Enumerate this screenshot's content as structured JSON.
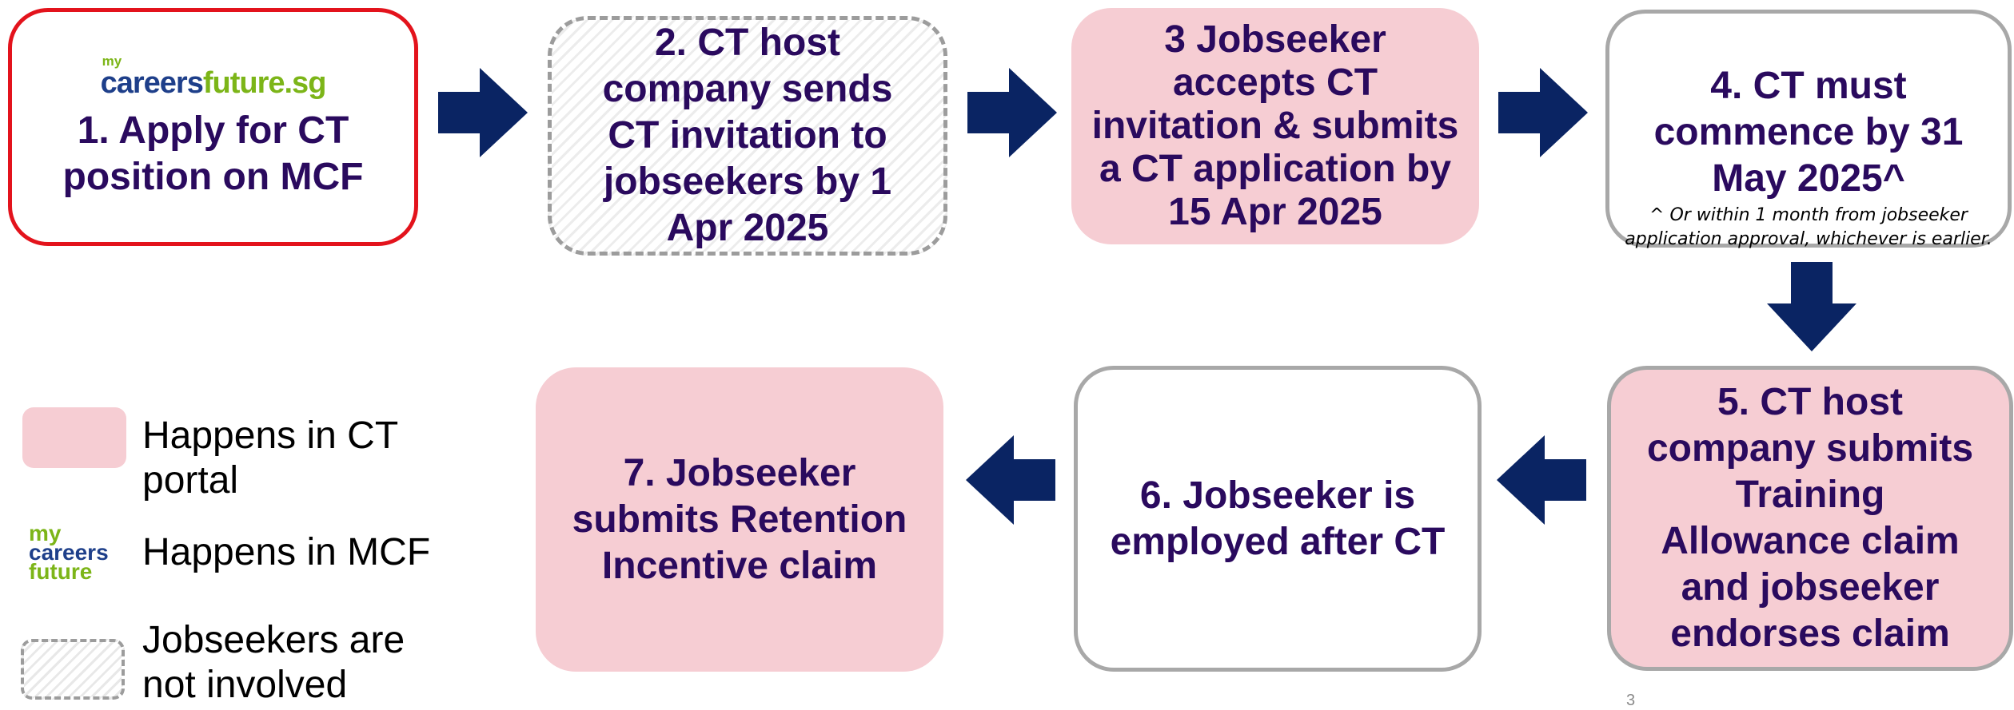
{
  "steps": [
    {
      "label": "1. Apply for CT\nposition on MCF",
      "logo": {
        "prefix": "my",
        "part1": "careers",
        "part2": "future.sg"
      }
    },
    {
      "label": "2. CT host\ncompany sends\nCT invitation to\njobseekers by 1\nApr 2025"
    },
    {
      "label": "3 Jobseeker\naccepts CT\ninvitation & submits\na CT application by\n15 Apr 2025"
    },
    {
      "label": "4. CT must\ncommence by 31\nMay 2025^",
      "note": "^ Or within 1 month from jobseeker\napplication approval, whichever is earlier."
    },
    {
      "label": "5. CT host\ncompany submits\nTraining\nAllowance claim\nand jobseeker\nendorses claim"
    },
    {
      "label": "6. Jobseeker is\nemployed after CT"
    },
    {
      "label": "7. Jobseeker\nsubmits Retention\nIncentive claim"
    }
  ],
  "legend": [
    {
      "text": "Happens in CT\nportal",
      "swatch": "pink"
    },
    {
      "text": "Happens in MCF",
      "swatch": "mcf-logo",
      "logo": {
        "l1": "my",
        "l2": "careers",
        "l3": "future"
      }
    },
    {
      "text": "Jobseekers are\nnot involved",
      "swatch": "dashed"
    }
  ],
  "page_number": "3",
  "colors": {
    "pink": "#f6cdd3",
    "arrow": "#0a2463",
    "text": "#2a0a5e",
    "red_border": "#e3131c",
    "grey_border": "#a8a8a8"
  }
}
